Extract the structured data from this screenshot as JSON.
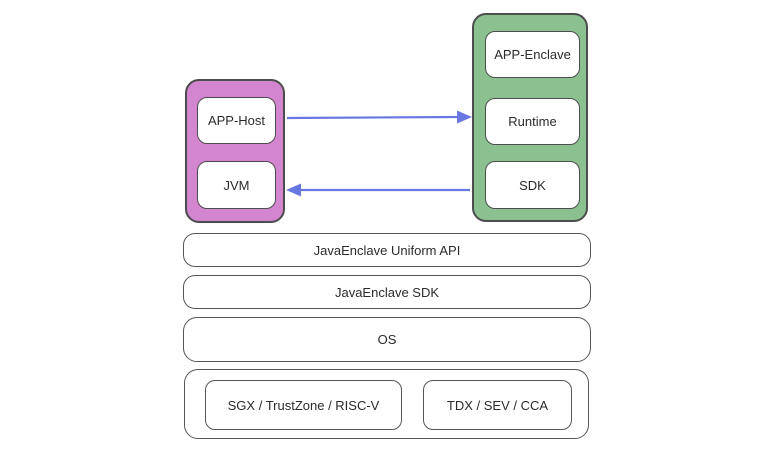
{
  "diagram": {
    "host_group": {
      "items": [
        {
          "label": "APP-Host"
        },
        {
          "label": "JVM"
        }
      ]
    },
    "enclave_group": {
      "items": [
        {
          "label": "APP-Enclave"
        },
        {
          "label": "Runtime"
        },
        {
          "label": "SDK"
        }
      ]
    },
    "arrows": [
      {
        "from": "APP-Host",
        "to": "Runtime",
        "direction": "right"
      },
      {
        "from": "SDK",
        "to": "JVM",
        "direction": "left"
      }
    ],
    "layers": [
      {
        "label": "JavaEnclave Uniform API"
      },
      {
        "label": "JavaEnclave SDK"
      },
      {
        "label": "OS"
      }
    ],
    "hardware": {
      "items": [
        {
          "label": "SGX / TrustZone / RISC-V"
        },
        {
          "label": "TDX / SEV / CCA"
        }
      ]
    }
  },
  "colors": {
    "host_fill": "#d385d0",
    "enclave_fill": "#8bc190",
    "node_border": "#4d4d4d",
    "bar_border": "#565656",
    "arrow": "#6878e0",
    "text": "#2b2b2b",
    "background": "#ffffff"
  }
}
